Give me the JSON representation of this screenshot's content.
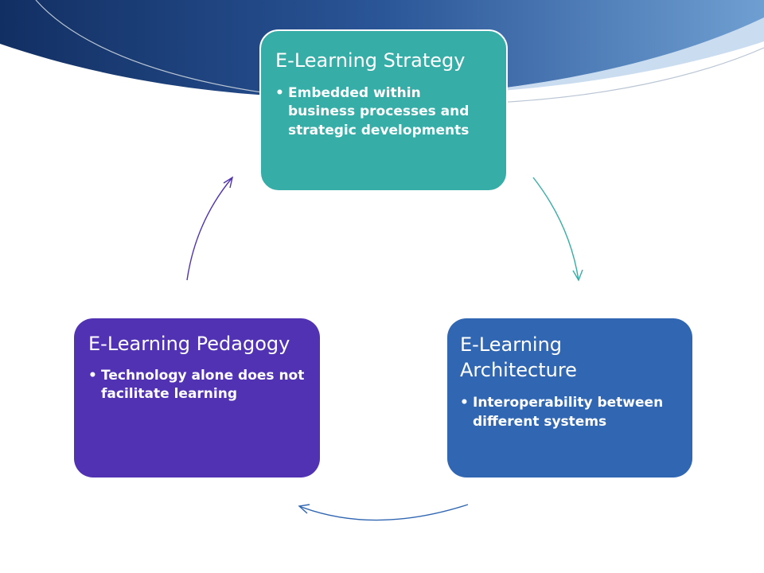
{
  "colors": {
    "strategy_box": "#36ada6",
    "architecture_box": "#3167b2",
    "pedagogy_box": "#5032b2",
    "banner_dark": "#163a72",
    "banner_light": "#5b8fc7",
    "arrow_teal": "#36ada6",
    "arrow_blue": "#3167b2",
    "arrow_purple": "#5032b2"
  },
  "nodes": {
    "strategy": {
      "title": "E-Learning Strategy",
      "bullets": [
        "Embedded within business processes and strategic developments"
      ]
    },
    "architecture": {
      "title": "E-Learning Architecture",
      "bullets": [
        "Interoperability between different systems"
      ]
    },
    "pedagogy": {
      "title": "E-Learning Pedagogy",
      "bullets": [
        "Technology alone does not facilitate learning"
      ]
    }
  }
}
